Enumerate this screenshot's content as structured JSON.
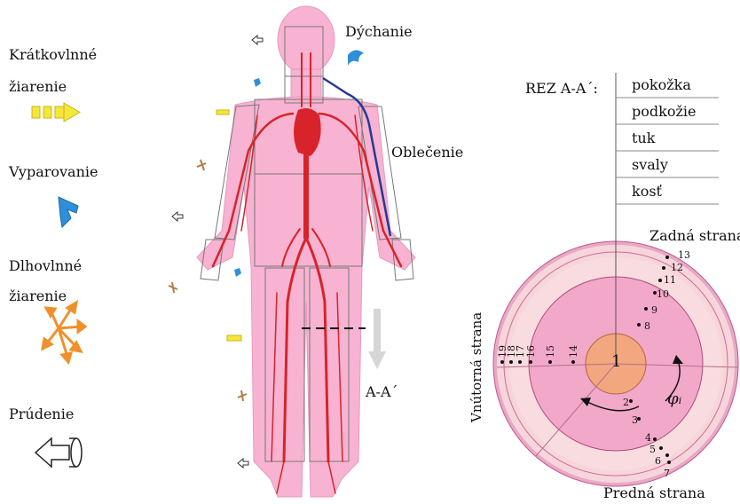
{
  "legend": {
    "items": [
      {
        "line1": "Krátkovlnné",
        "line2": "žiarenie",
        "icon": "yellow-arrow-icon"
      },
      {
        "line1": "Vyparovanie",
        "line2": "",
        "icon": "blue-arrow-icon"
      },
      {
        "line1": "Dlhovlnné",
        "line2": "žiarenie",
        "icon": "orange-rays-icon"
      },
      {
        "line1": "Prúdenie",
        "line2": "",
        "icon": "white-arrow-icon"
      }
    ]
  },
  "body": {
    "breathing": "Dýchanie",
    "clothing": "Oblečenie",
    "section": "A-A´"
  },
  "section": {
    "title": "REZ A-A´:",
    "layers": [
      "pokožka",
      "podkožie",
      "tuk",
      "svaly",
      "kosť"
    ],
    "back": "Zadná strana",
    "front": "Predná strana",
    "inner": "Vnútorná strana",
    "core_label": "1",
    "phi": "φᵢ",
    "nodes": [
      "2",
      "3",
      "4",
      "5",
      "6",
      "7",
      "8",
      "9",
      "10",
      "11",
      "12",
      "13",
      "14",
      "15",
      "16",
      "17",
      "18",
      "19"
    ]
  },
  "colors": {
    "skin": "#f7b3d1",
    "vessel": "#d8232a",
    "clothing": "#243a93",
    "short_wave": "#f5e63a",
    "evaporation": "#2f8fd8",
    "long_wave": "#f0902a",
    "core": "#f2a77f"
  }
}
